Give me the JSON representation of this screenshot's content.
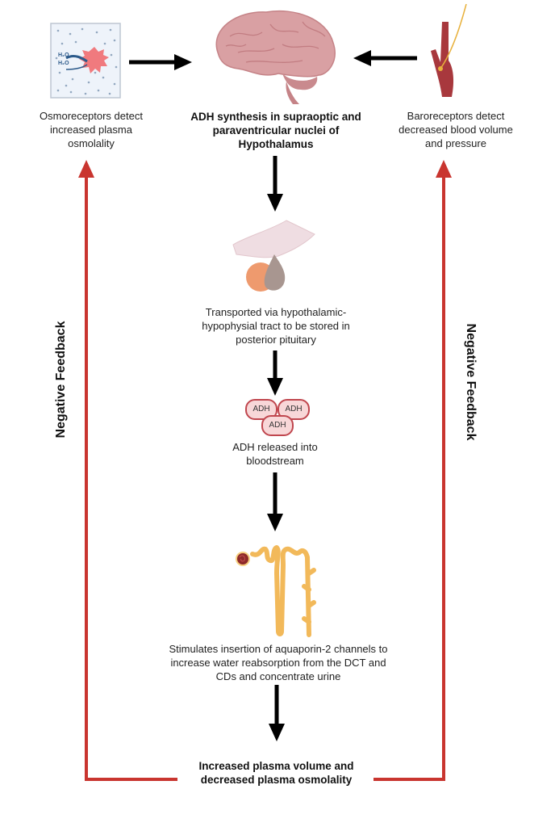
{
  "diagram": {
    "title": "ADH regulation pathway",
    "colors": {
      "arrow_main": "#000000",
      "feedback": "#c9352f",
      "brain": "#d9a0a3",
      "kidney": "#f2b95a",
      "adh_fill": "#f8d7d8",
      "adh_border": "#c0464e"
    },
    "nodes": {
      "osmoreceptors": {
        "icon": "osmoreceptor-cell-icon",
        "label": "Osmoreceptors detect increased plasma osmolality",
        "water_labels": [
          "H₂O",
          "H₂O"
        ]
      },
      "hypothalamus": {
        "icon": "brain-icon",
        "label": "ADH synthesis in supraoptic and paraventricular nuclei of Hypothalamus"
      },
      "baroreceptors": {
        "icon": "blood-vessel-icon",
        "label": "Baroreceptors detect decreased blood volume and pressure"
      },
      "pituitary": {
        "icon": "pituitary-gland-icon",
        "label": "Transported via hypothalamic-hypophysial tract to be stored in posterior pituitary"
      },
      "adh_release": {
        "icon": "adh-molecules-icon",
        "molecules": [
          "ADH",
          "ADH",
          "ADH"
        ],
        "label": "ADH released into bloodstream"
      },
      "kidney": {
        "icon": "nephron-icon",
        "label": "Stimulates insertion of aquaporin-2 channels to increase water reabsorption from the DCT and CDs and concentrate urine"
      },
      "outcome": {
        "label": "Increased plasma volume and decreased plasma osmolality"
      }
    },
    "feedback_left": {
      "label": "Negative Feedback"
    },
    "feedback_right": {
      "label": "Negative Feedback"
    }
  }
}
